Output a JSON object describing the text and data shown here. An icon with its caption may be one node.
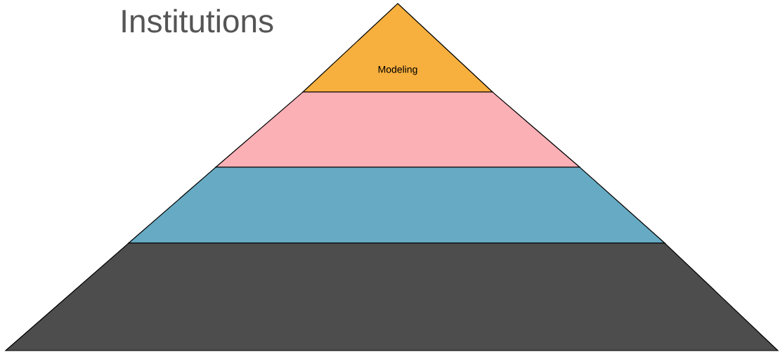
{
  "diagram": {
    "title": "Institutions",
    "nodes": [
      {
        "text": [
          "Modeling"
        ]
      },
      {
        "text": [],
        "shape": "trapezoid"
      },
      {
        "text": [],
        "shape": "trapezoid"
      },
      {
        "text": [],
        "shape": "trapezoid"
      }
    ]
  }
}
